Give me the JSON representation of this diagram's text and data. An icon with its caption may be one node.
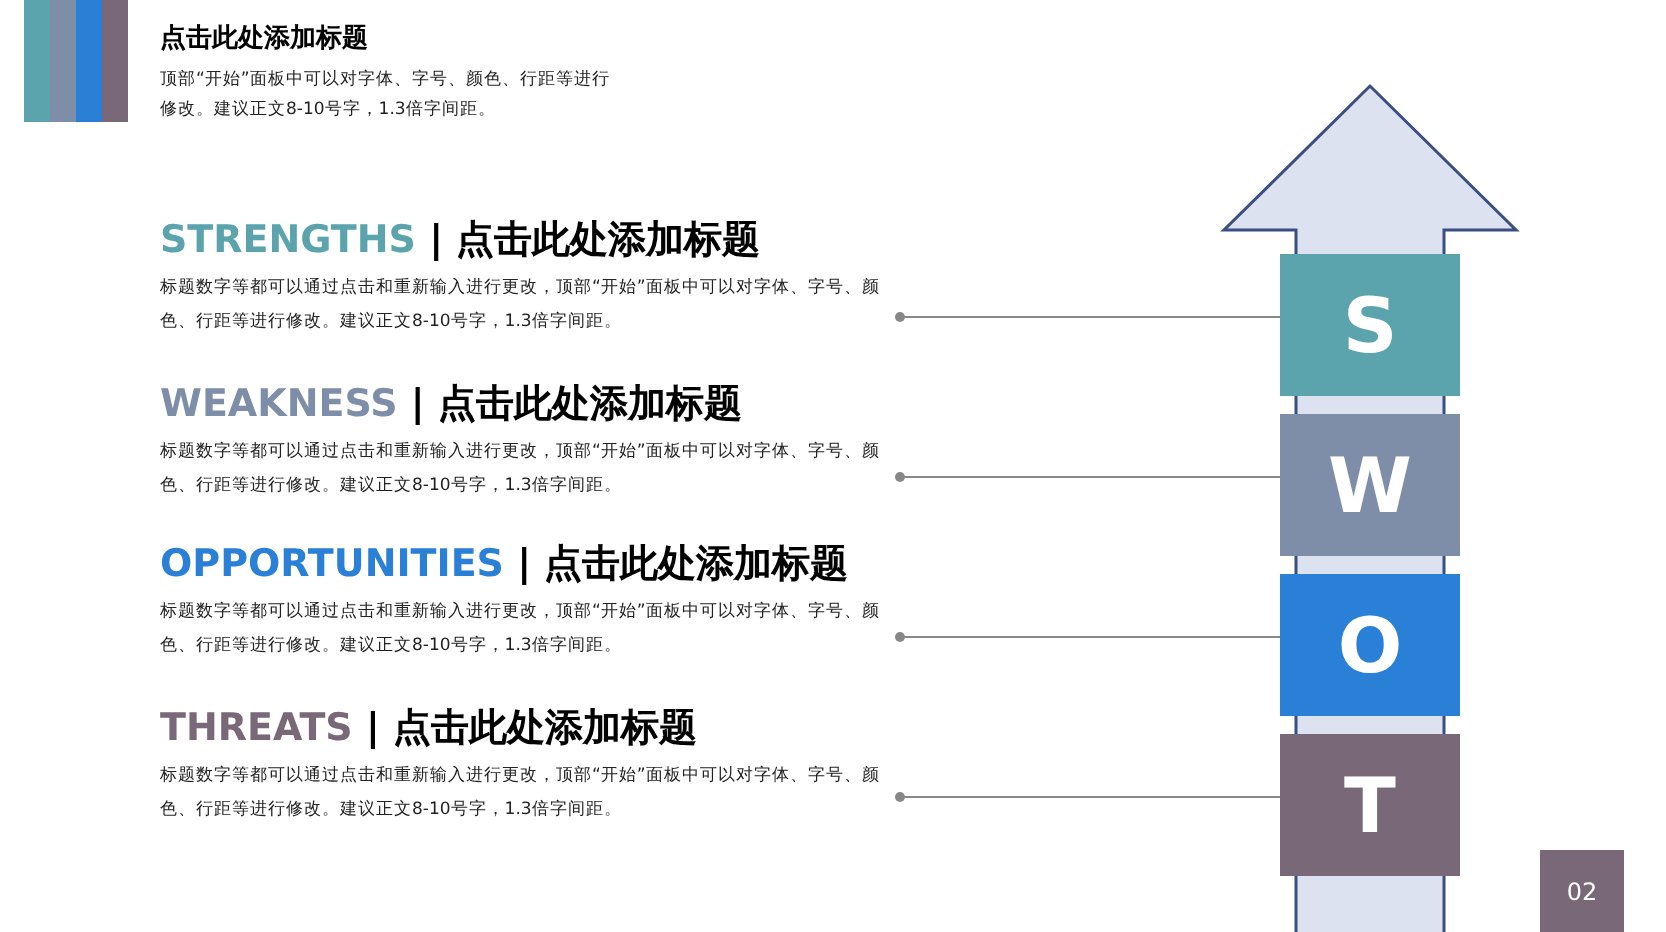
{
  "diagram": {
    "title": "点击此处添加标题",
    "nodes": [
      {
        "text": [
          "STRENGTHS",
          "| 点击此处添加标题",
          "标题数字等都可以通过点击和重新输入进行更改，顶部“开始”面板中可以对字体、字号、颜色、行距等进行修改。建议正文8-10号字，1.3倍字间距。"
        ]
      },
      {
        "text": [
          "WEAKNESS",
          "| 点击此处添加标题",
          "标题数字等都可以通过点击和重新输入进行更改，顶部“开始”面板中可以对字体、字号、颜色、行距等进行修改。建议正文8-10号字，1.3倍字间距。"
        ]
      },
      {
        "text": [
          "OPPORTUNITIES",
          "| 点击此处添加标题",
          "标题数字等都可以通过点击和重新输入进行更改，顶部“开始”面板中可以对字体、字号、颜色、行距等进行修改。建议正文8-10号字，1.3倍字间距。"
        ]
      },
      {
        "text": [
          "THREATS",
          "| 点击此处添加标题",
          "标题数字等都可以通过点击和重新输入进行更改，顶部“开始”面板中可以对字体、字号、颜色、行距等进行修改。建议正文8-10号字，1.3倍字间距。"
        ]
      },
      {
        "text": [
          "S"
        ]
      },
      {
        "text": [
          "W"
        ]
      },
      {
        "text": [
          "O"
        ]
      },
      {
        "text": [
          "T"
        ]
      }
    ],
    "edges": [
      {
        "from": 0,
        "to": 4,
        "arrow": "other"
      },
      {
        "from": 1,
        "to": 5,
        "arrow": "other"
      },
      {
        "from": 2,
        "to": 6,
        "arrow": "other"
      },
      {
        "from": 3,
        "to": 7,
        "arrow": "other"
      }
    ],
    "labels": [
      "顶部“开始”面板中可以对字体、字号、颜色、行距等进行修改。建议正文8-10号字，1.3倍字间距。",
      "02"
    ]
  }
}
